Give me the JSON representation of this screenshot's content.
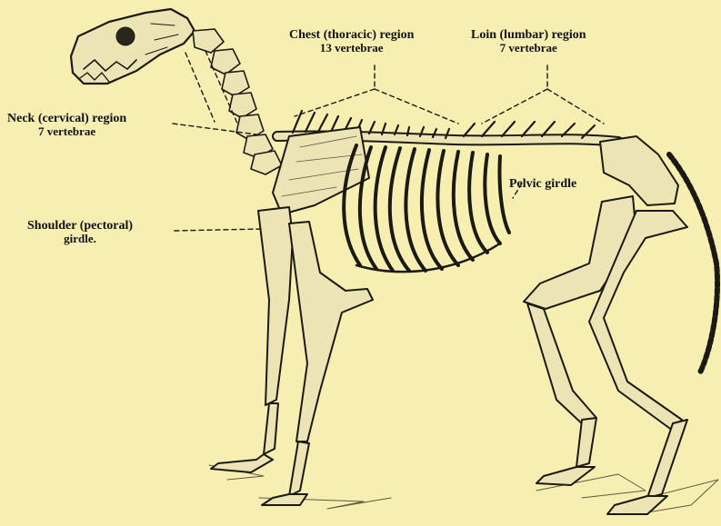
{
  "labels": {
    "neck": {
      "line1": "Neck (cervical) region",
      "line2": "7 vertebrae"
    },
    "chest": {
      "line1": "Chest (thoracic) region",
      "line2": "13 vertebrae"
    },
    "loin": {
      "line1": "Loin (lumbar) region",
      "line2": "7 vertebrae"
    },
    "pelvic": {
      "line1": "Pelvic girdle"
    },
    "shoulder": {
      "line1": "Shoulder (pectoral)",
      "line2": "girdle."
    }
  },
  "colors": {
    "paper": "#f7efb2",
    "ink": "#1b1a12",
    "bone": "#ece4b4"
  }
}
